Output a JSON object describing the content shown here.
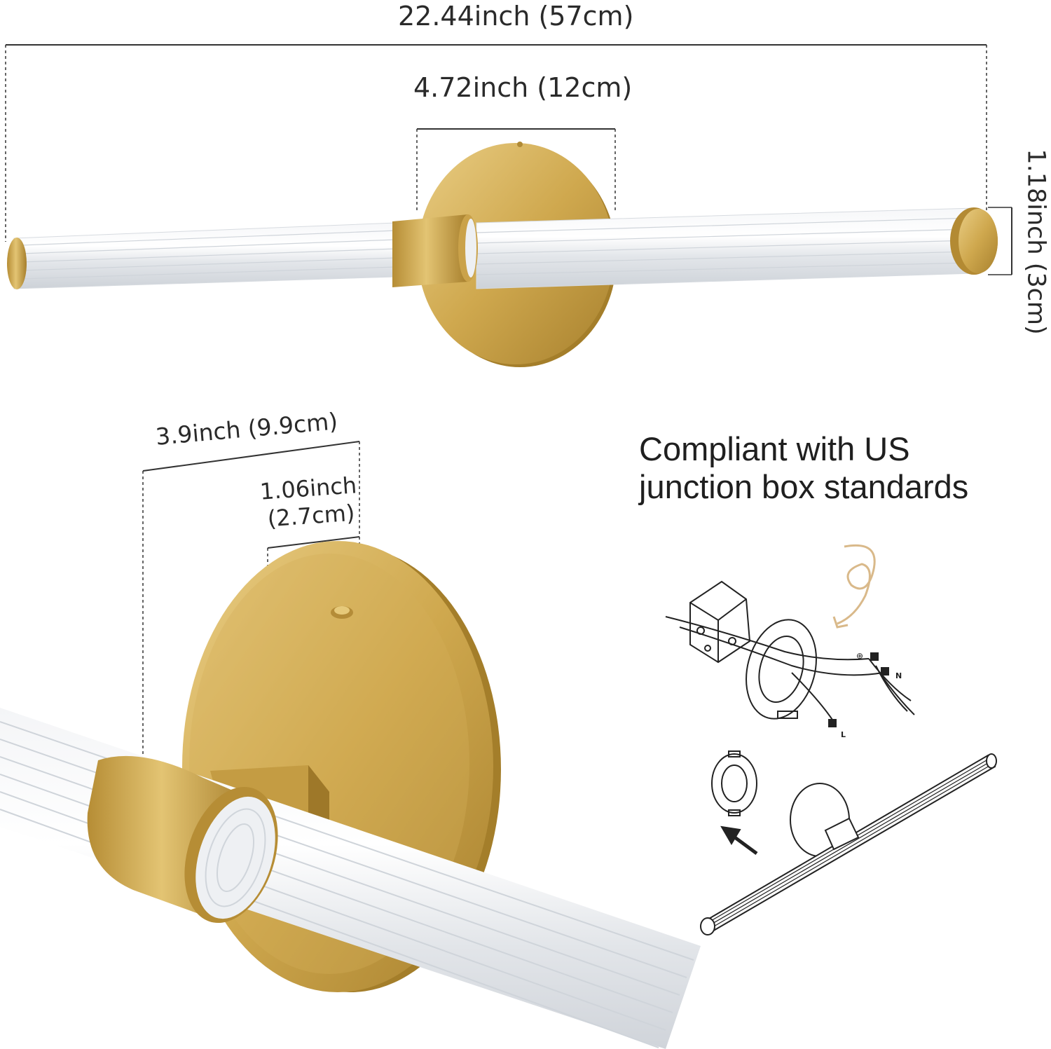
{
  "dimensions": {
    "total_length": "22.44inch (57cm)",
    "backplate_width": "4.72inch (12cm)",
    "tube_diameter": "1.18inch (3cm)",
    "extension_depth": "3.9inch (9.9cm)",
    "arm_length_line1": "1.06inch",
    "arm_length_line2": "(2.7cm)"
  },
  "compliance": {
    "line1": "Compliant with US",
    "line2": "junction box standards"
  },
  "wiring_labels": {
    "ground": "⊕",
    "neutral": "N",
    "live": "L"
  },
  "colors": {
    "brass": "#c9a347",
    "brass_dark": "#a47e2a",
    "brass_light": "#e6c97a",
    "glass": "#eef0f3",
    "line": "#333333",
    "arrow_curl": "#d9b98a"
  }
}
